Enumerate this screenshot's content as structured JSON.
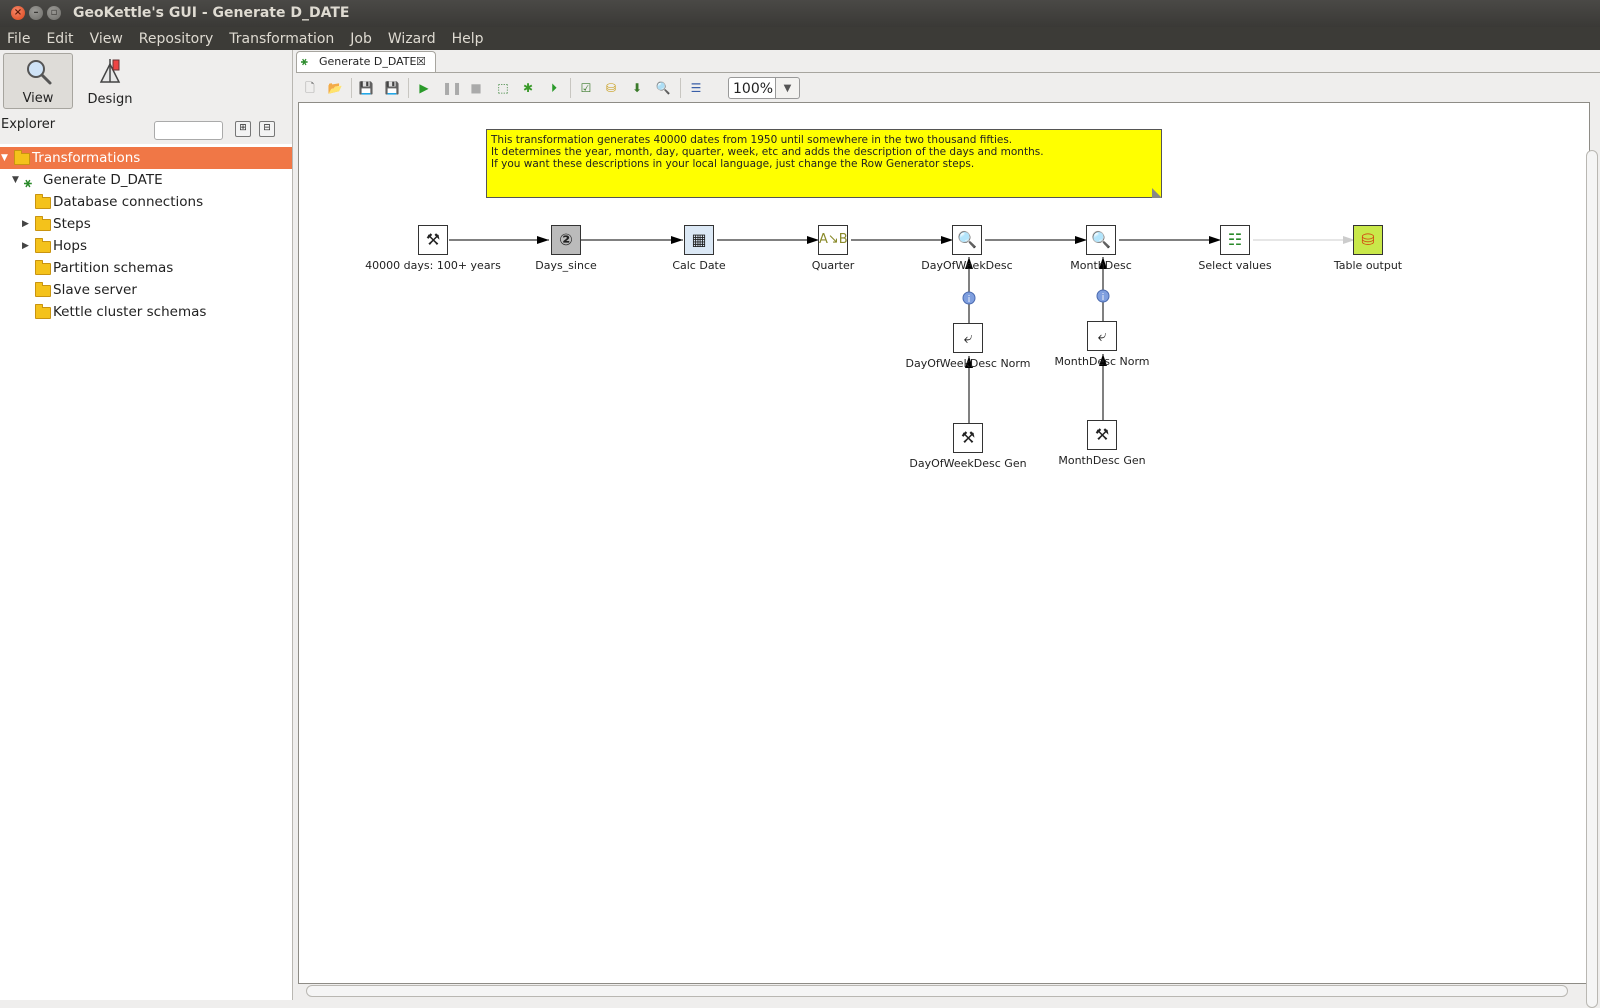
{
  "window": {
    "title": "GeoKettle's GUI - Generate D_DATE"
  },
  "menubar": [
    "File",
    "Edit",
    "View",
    "Repository",
    "Transformation",
    "Job",
    "Wizard",
    "Help"
  ],
  "perspectives": {
    "view": "View",
    "design": "Design"
  },
  "explorer": {
    "label": "Explorer",
    "search_value": "",
    "tree": [
      {
        "label": "Transformations"
      },
      {
        "label": "Generate D_DATE"
      },
      {
        "label": "Database connections"
      },
      {
        "label": "Steps"
      },
      {
        "label": "Hops"
      },
      {
        "label": "Partition schemas"
      },
      {
        "label": "Slave server"
      },
      {
        "label": "Kettle cluster schemas"
      }
    ]
  },
  "editor": {
    "tab_label": "Generate D_DATE",
    "zoom": "100%"
  },
  "note": {
    "lines": [
      "This transformation generates 40000 dates from 1950 until somewhere in the two thousand fifties.",
      "It determines the year, month, day, quarter, week, etc and adds the description of the days and months.",
      "If you want these descriptions in your local language, just change the Row Generator steps."
    ]
  },
  "steps": [
    {
      "label": "40000 days: 100+ years",
      "icon": "row-generator-icon"
    },
    {
      "label": "Days_since",
      "icon": "sequence-icon"
    },
    {
      "label": "Calc Date",
      "icon": "calculator-icon"
    },
    {
      "label": "Quarter",
      "icon": "value-mapper-icon"
    },
    {
      "label": "DayOfWeekDesc",
      "icon": "stream-lookup-icon"
    },
    {
      "label": "MonthDesc",
      "icon": "stream-lookup-icon"
    },
    {
      "label": "Select values",
      "icon": "select-values-icon"
    },
    {
      "label": "Table output",
      "icon": "table-output-icon"
    },
    {
      "label": "DayOfWeekDesc Norm",
      "icon": "normaliser-icon"
    },
    {
      "label": "MonthDesc Norm",
      "icon": "normaliser-icon"
    },
    {
      "label": "DayOfWeekDesc Gen",
      "icon": "row-generator-icon"
    },
    {
      "label": "MonthDesc Gen",
      "icon": "row-generator-icon"
    }
  ]
}
